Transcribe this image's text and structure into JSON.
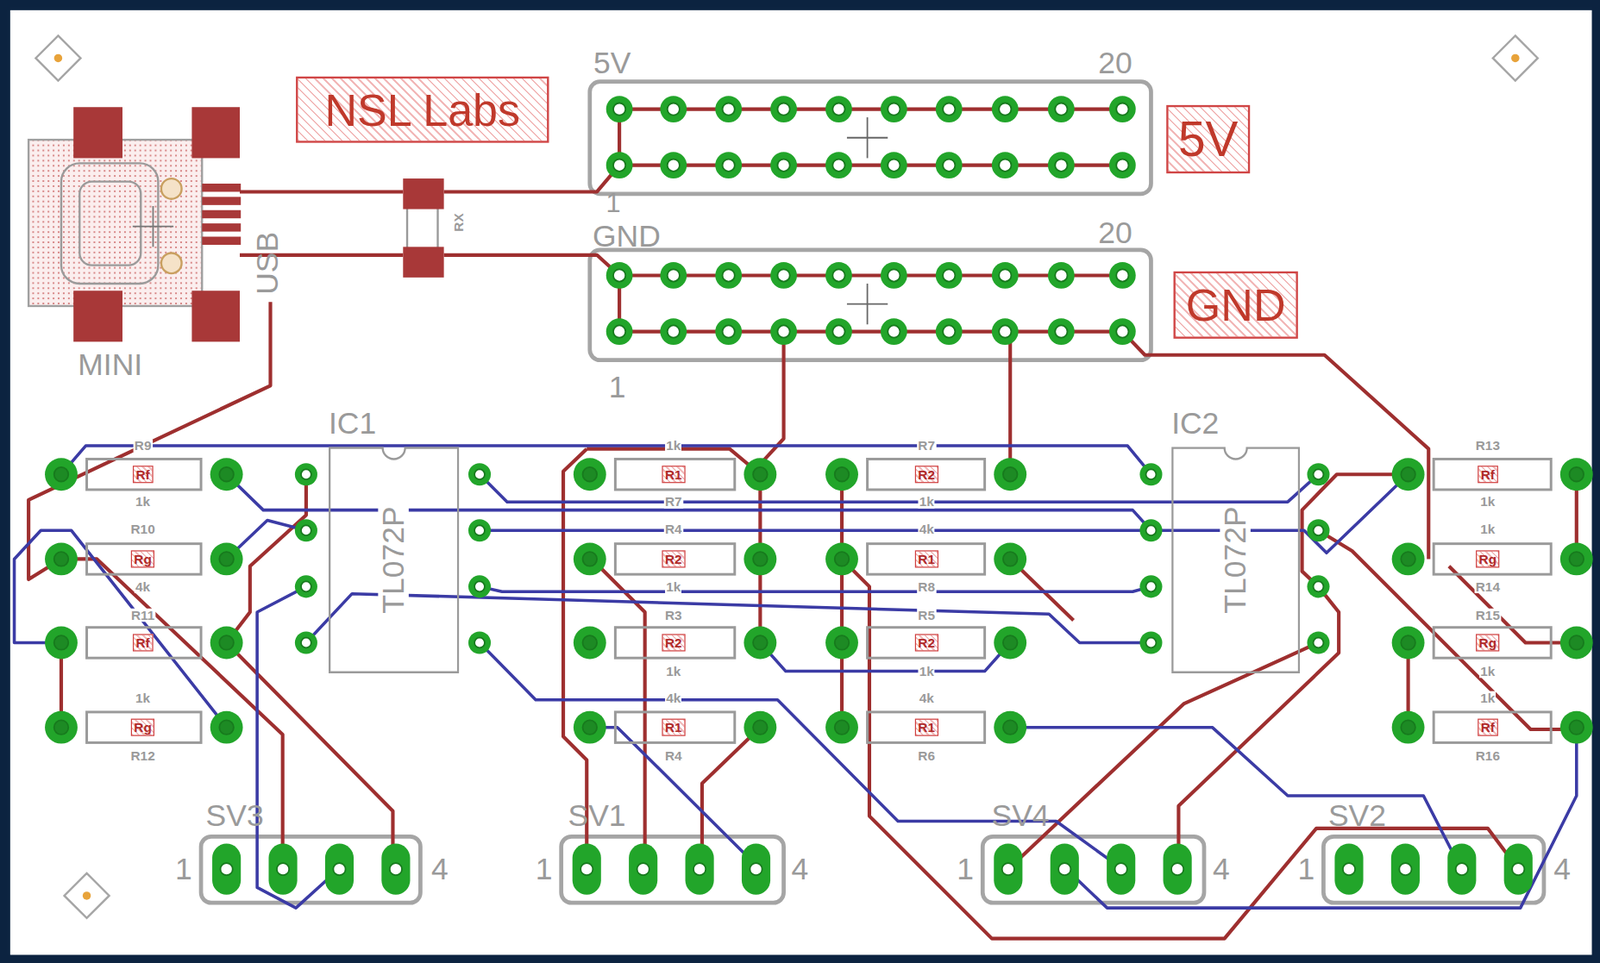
{
  "diagram": {
    "nodes": [
      {
        "text": [
          "NSL Labs"
        ]
      },
      {
        "text": [
          "5V"
        ]
      },
      {
        "text": [
          "GND"
        ]
      },
      {
        "text": [
          "IC1",
          "TL072P"
        ]
      },
      {
        "text": [
          "IC2",
          "TL072P"
        ]
      }
    ],
    "labels": [
      "5V",
      "20",
      "1",
      "GND",
      "20",
      "1",
      "USB",
      "MINI",
      "RX",
      "R9",
      "Rf",
      "1k",
      "R10",
      "Rg",
      "4k",
      "R11",
      "Rf",
      "1k",
      "Rg",
      "R12",
      "1k",
      "R1",
      "R7",
      "R4",
      "R2",
      "1k",
      "R3",
      "R2",
      "1k",
      "4k",
      "R1",
      "R4",
      "R7",
      "R2",
      "1k",
      "4k",
      "R1",
      "R8",
      "R5",
      "R2",
      "1k",
      "4k",
      "R1",
      "R6",
      "R13",
      "Rf",
      "1k",
      "1k",
      "Rg",
      "R14",
      "R15",
      "Rg",
      "1k",
      "1k",
      "Rf",
      "R16",
      "SV3",
      "1",
      "4",
      "SV1",
      "1",
      "4",
      "SV4",
      "1",
      "4",
      "SV2",
      "1",
      "4"
    ]
  }
}
